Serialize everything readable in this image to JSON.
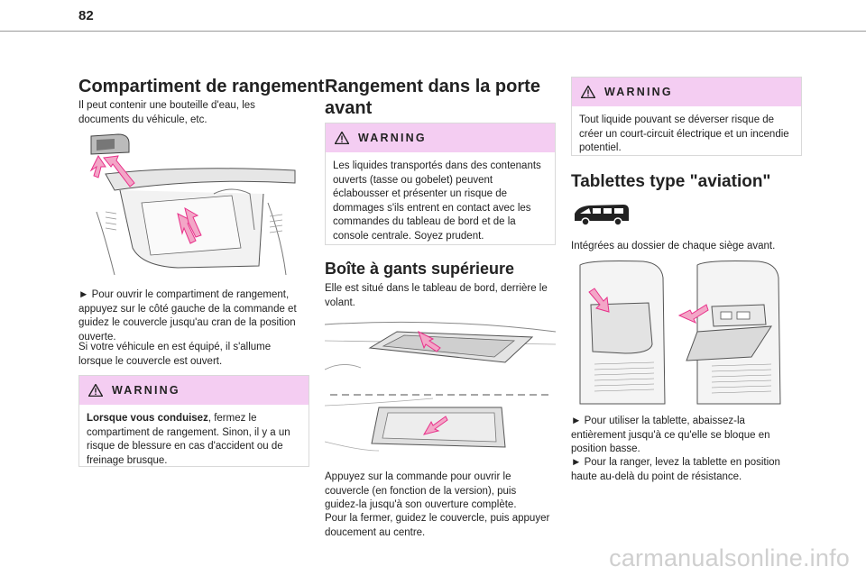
{
  "page_number": "82",
  "col1": {
    "title": "Compartiment de rangement",
    "intro": "Il peut contenir une bouteille d'eau, les documents du véhicule, etc.",
    "step1": "► Pour ouvrir le compartiment de rangement, appuyez sur le côté gauche de la commande et guidez le couvercle jusqu'au cran de la position ouverte.",
    "step2": "Si votre véhicule en est équipé, il s'allume lorsque le couvercle est ouvert.",
    "warning_label": "WARNING",
    "warning_bold": "Lorsque vous conduisez",
    "warning_rest": ", fermez le compartiment de rangement. Sinon, il y a un risque de blessure en cas d'accident ou de freinage brusque."
  },
  "col2": {
    "title_line1": "Rangement dans la porte",
    "title_line2": "avant",
    "warning_label": "WARNING",
    "warning_text": "Les liquides transportés dans des contenants ouverts (tasse ou gobelet) peuvent éclabousser et présenter un risque de dommages s'ils entrent en contact avec les commandes du tableau de bord et de la console centrale. Soyez prudent.",
    "section_title": "Boîte à gants supérieure",
    "intro": "Elle est situé dans le tableau de bord, derrière le volant.",
    "step1": "Appuyez sur la commande pour ouvrir le couvercle (en fonction de la version), puis guidez-la jusqu'à son ouverture complète.",
    "step2": "Pour la fermer, guidez le couvercle, puis appuyer doucement au centre."
  },
  "col3": {
    "warning_label": "WARNING",
    "warning_text": "Tout liquide pouvant se déverser risque de créer un court-circuit électrique et un incendie potentiel.",
    "title": "Tablettes type \"aviation\"",
    "intro": "Intégrées au dossier de chaque siège avant.",
    "step1": "► Pour utiliser la tablette, abaissez-la entièrement jusqu'à ce qu'elle se bloque en position basse.",
    "step2": "► Pour la ranger, levez la tablette en position haute au-delà du point de résistance."
  },
  "watermark": "carmanualsonline.info",
  "colors": {
    "warning_bg": "#f4cdf2",
    "arrow": "#e8318a"
  }
}
